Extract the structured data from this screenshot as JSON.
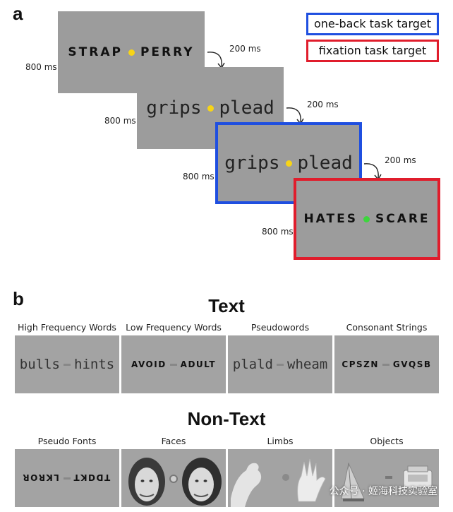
{
  "panels": {
    "a": "a",
    "b": "b"
  },
  "legend": {
    "oneback": {
      "text": "one-back task target",
      "color": "#1f4fe0"
    },
    "fixation": {
      "text": "fixation task target",
      "color": "#e01d2c"
    }
  },
  "trial_frames": [
    {
      "left_word": "STRAP",
      "right_word": "PERRY",
      "dot": "yellow",
      "duration": "800 ms",
      "isi": "200 ms"
    },
    {
      "left_word": "grips",
      "right_word": "plead",
      "dot": "yellow",
      "duration": "800 ms",
      "isi": "200 ms"
    },
    {
      "left_word": "grips",
      "right_word": "plead",
      "dot": "yellow",
      "duration": "800 ms",
      "isi": "200 ms"
    },
    {
      "left_word": "HATES",
      "right_word": "SCARE",
      "dot": "green",
      "duration": "800 ms"
    }
  ],
  "text_section": {
    "title": "Text",
    "categories": [
      {
        "label": "High Frequency Words",
        "left": "bulls",
        "right": "hints"
      },
      {
        "label": "Low Frequency Words",
        "left": "AVOID",
        "right": "ADULT"
      },
      {
        "label": "Pseudowords",
        "left": "plald",
        "right": "wheam"
      },
      {
        "label": "Consonant Strings",
        "left": "CPSZN",
        "right": "GVQSB"
      }
    ]
  },
  "nontext_section": {
    "title": "Non-Text",
    "categories": [
      {
        "label": "Pseudo Fonts",
        "left": "ꓤOꓤꓘꓶ",
        "right": "ꓕꓘꓓꓷꓕ"
      },
      {
        "label": "Faces"
      },
      {
        "label": "Limbs"
      },
      {
        "label": "Objects"
      }
    ]
  },
  "watermark": "公众号 · 姬海科技实验室"
}
